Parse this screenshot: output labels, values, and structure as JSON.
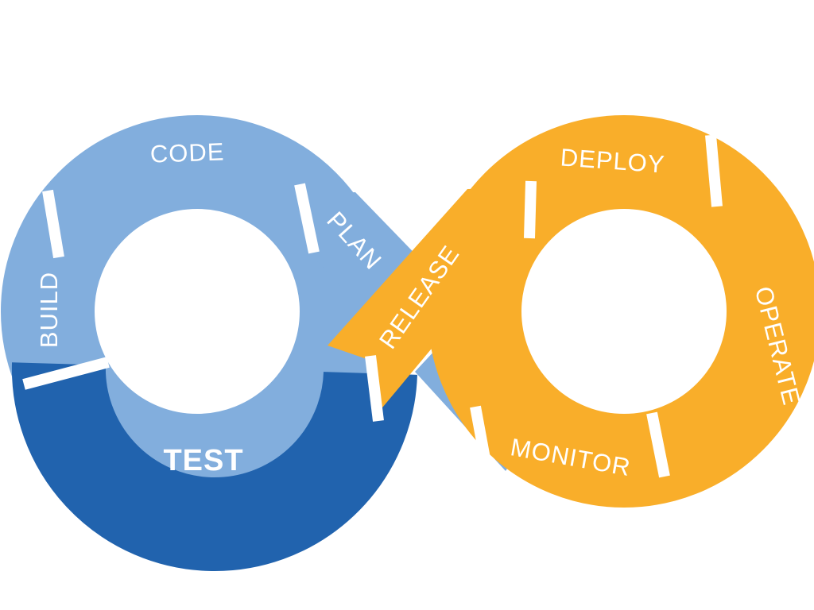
{
  "colors": {
    "background": "#ffffff",
    "light_blue": "#82AEDD",
    "dark_blue": "#2163AE",
    "orange": "#F9AE2A",
    "label": "#ffffff"
  },
  "stages": [
    {
      "key": "plan",
      "label": "PLAN",
      "color": "#82AEDD"
    },
    {
      "key": "code",
      "label": "CODE",
      "color": "#82AEDD"
    },
    {
      "key": "build",
      "label": "BUILD",
      "color": "#82AEDD"
    },
    {
      "key": "test",
      "label": "TEST",
      "color": "#2163AE"
    },
    {
      "key": "release",
      "label": "RELEASE",
      "color": "#F9AE2A"
    },
    {
      "key": "deploy",
      "label": "DEPLOY",
      "color": "#F9AE2A"
    },
    {
      "key": "operate",
      "label": "OPERATE",
      "color": "#F9AE2A"
    },
    {
      "key": "monitor",
      "label": "MONITOR",
      "color": "#F9AE2A"
    }
  ]
}
